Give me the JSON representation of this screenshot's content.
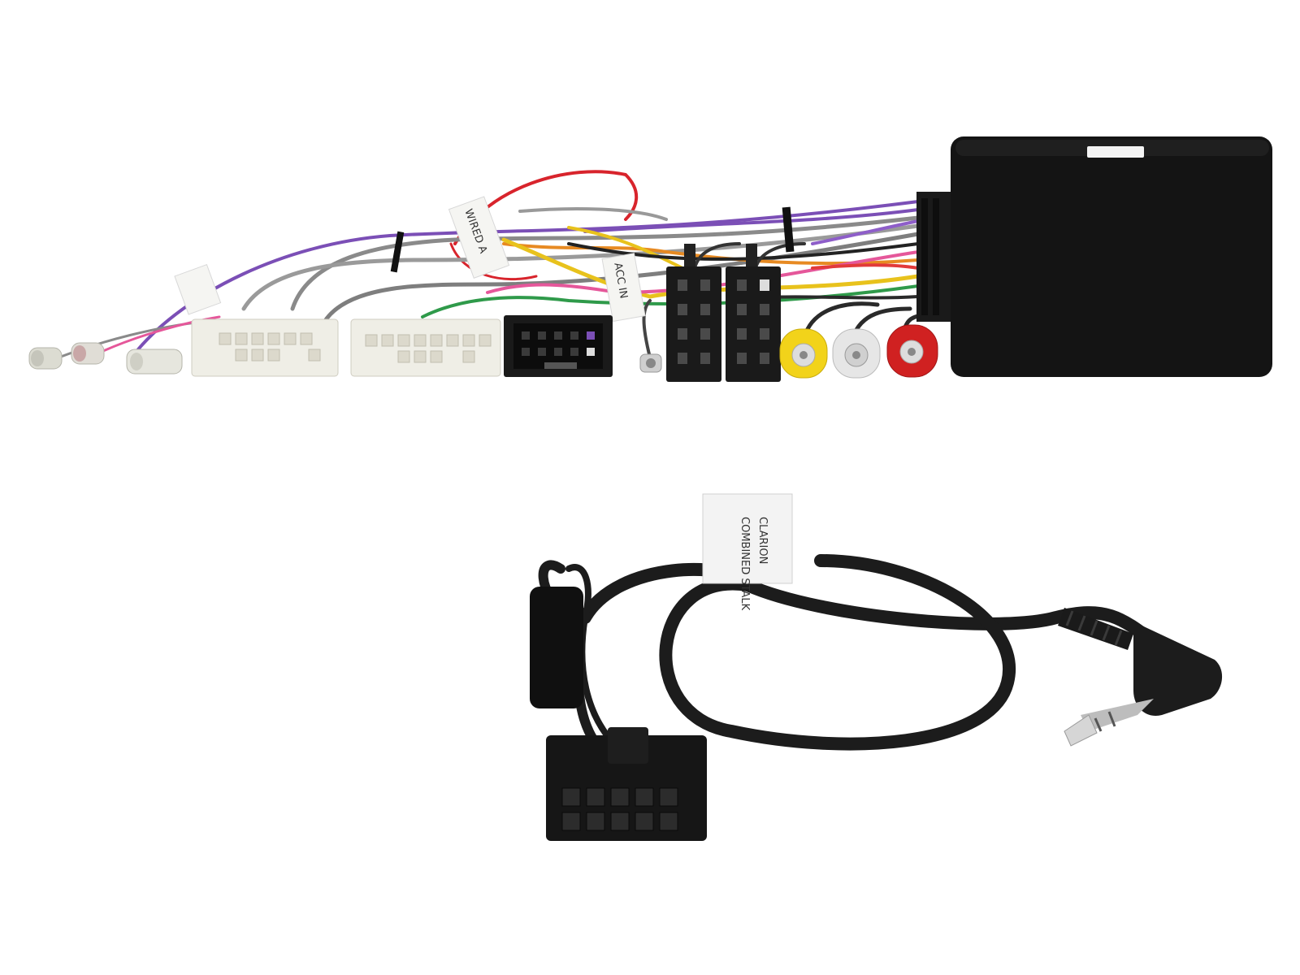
{
  "colors": {
    "background": "#ffffff",
    "module_body": "#141414",
    "white_connector": "#efeee6",
    "black_connector": "#1a1a1a",
    "rca_yellow": "#f2d31a",
    "rca_white": "#e6e6e6",
    "rca_red": "#d02121",
    "wire_red": "#d8242c",
    "wire_purple": "#7b4fb6",
    "wire_grey": "#8a8a8a",
    "wire_orange": "#e78a22",
    "wire_yellow": "#e8c21c",
    "wire_green": "#2f9a4a",
    "wire_pink": "#e5579a",
    "cable_black": "#1c1c1c",
    "jack_metal": "#c9c9c9"
  },
  "harness": {
    "tags": [
      {
        "id": "left",
        "text": ""
      },
      {
        "id": "wired",
        "text": "WIRED A"
      },
      {
        "id": "acc",
        "text": "ACC IN"
      }
    ],
    "rca_plugs": [
      {
        "id": "yellow",
        "color": "#f2d31a"
      },
      {
        "id": "white",
        "color": "#e6e6e6"
      },
      {
        "id": "red",
        "color": "#d02121"
      }
    ]
  },
  "lead": {
    "label_line1": "CLARION",
    "label_line2": "COMBINED STALK"
  }
}
